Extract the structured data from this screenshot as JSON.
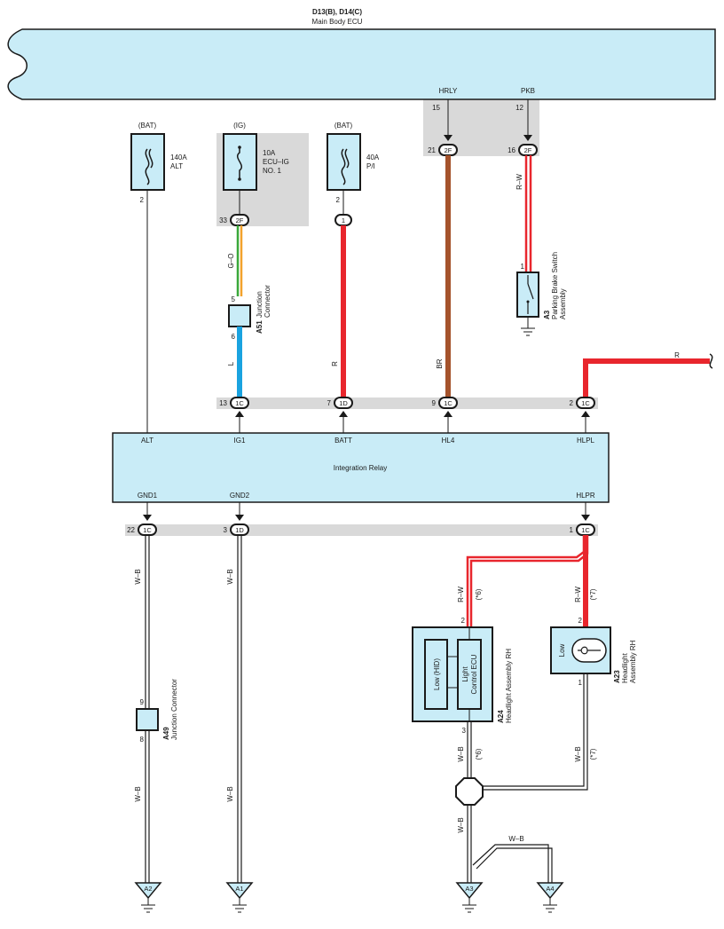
{
  "ecu": {
    "ids": "D13(B), D14(C)",
    "name": "Main Body ECU"
  },
  "ecu_pins": [
    {
      "name": "HRLY",
      "pin": "15"
    },
    {
      "name": "PKB",
      "pin": "12"
    }
  ],
  "fuses": [
    {
      "source": "(BAT)",
      "rating": "140A",
      "name": "ALT",
      "pin": "2"
    },
    {
      "source": "(IG)",
      "rating": "10A",
      "name_lines": [
        "ECU–IG",
        "NO. 1"
      ]
    },
    {
      "source": "(BAT)",
      "rating": "40A",
      "name": "P/I",
      "pin": "2"
    }
  ],
  "connectors": {
    "c2f_ig": {
      "pin": "33",
      "label": "2F"
    },
    "c2f_hrly": {
      "pin": "21",
      "label": "2F"
    },
    "c2f_pkb": {
      "pin": "16",
      "label": "2F"
    },
    "c1_pi": {
      "label": "1"
    }
  },
  "wires": {
    "ig_go": "G–O",
    "ig_l": "L",
    "pi_r": "R",
    "hrly_br": "BR",
    "pkb_rw": "R–W",
    "hlpl_r": "R",
    "gnd1_wb_upper": "W–B",
    "gnd1_wb_lower": "W–B",
    "gnd2_wb_upper": "W–B",
    "gnd2_wb_lower": "W–B",
    "a24_rw": "R–W",
    "a24_note": "(*6)",
    "a23_rw": "R–W",
    "a23_note": "(*7)",
    "a24_wb": "W–B",
    "a24_wb_note": "(*6)",
    "a23_wb": "W–B",
    "a23_wb_note": "(*7)",
    "a3_wb": "W–B",
    "a4_wb": "W–B"
  },
  "junction_a51": {
    "id": "A51",
    "name_lines": [
      "Junction",
      "Connector"
    ],
    "pin_top": "5",
    "pin_bottom": "6"
  },
  "junction_a49": {
    "id": "A49",
    "name": "Junction Connector",
    "pin_top": "9",
    "pin_bottom": "8"
  },
  "parking_brake": {
    "id": "A3",
    "name_lines": [
      "Parking Brake Switch",
      "Assembly"
    ],
    "pin": "1"
  },
  "relay_connectors_top": [
    {
      "pin": "13",
      "label": "1C"
    },
    {
      "pin": "7",
      "label": "1D"
    },
    {
      "pin": "9",
      "label": "1C"
    },
    {
      "pin": "2",
      "label": "1C"
    }
  ],
  "relay": {
    "name": "Integration Relay",
    "top_pins": [
      "ALT",
      "IG1",
      "BATT",
      "HL4",
      "HLPL"
    ],
    "bottom_pins": [
      "GND1",
      "GND2",
      "HLPR"
    ]
  },
  "relay_connectors_bottom": [
    {
      "pin": "22",
      "label": "1C"
    },
    {
      "pin": "3",
      "label": "1D"
    },
    {
      "pin": "1",
      "label": "1C"
    }
  ],
  "headlight_a24": {
    "id": "A24",
    "name": "Headlight Assembly RH",
    "lamp": "Low (HID)",
    "ecu_lines": [
      "Light",
      "Control ECU"
    ],
    "pin_top": "2",
    "pin_bottom": "3"
  },
  "headlight_a23": {
    "id": "A23",
    "name_lines": [
      "Headlight",
      "Assembly RH"
    ],
    "lamp": "Low",
    "pin_top": "2",
    "pin_bottom": "1"
  },
  "grounds": [
    "A2",
    "A1",
    "A3",
    "A4"
  ],
  "colors": {
    "ecu_fill": "#c9ecf7",
    "shade": "#d9d9d9",
    "red": "#e8262d",
    "brown": "#a5532c",
    "blue": "#1aa3e0",
    "green": "#3aa83a",
    "orange": "#f2a22c",
    "line": "#1a1a1a"
  }
}
